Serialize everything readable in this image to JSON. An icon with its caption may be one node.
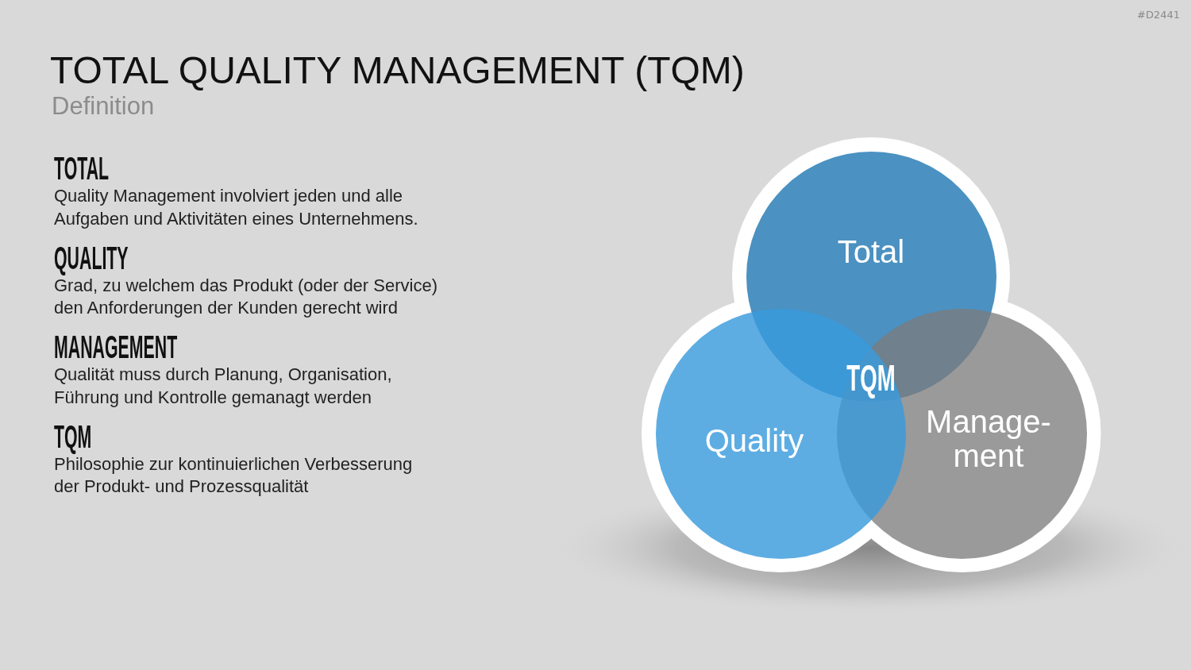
{
  "diagram": {
    "title": "TOTAL QUALITY MANAGEMENT (TQM)",
    "nodes": [
      {
        "text": [
          "Total"
        ]
      },
      {
        "text": [
          "Quality"
        ]
      },
      {
        "text": [
          "Manage- ment"
        ]
      }
    ],
    "labels": [
      "#D2441",
      "Definition",
      "TOTAL",
      "Quality Management involviert jeden und alle Aufgaben und Aktivitäten eines Unternehmens.",
      "QUALITY",
      "Grad, zu welchem das Produkt (oder der Service) den Anforderungen der Kunden gerecht wird",
      "MANAGEMENT",
      "Qualität muss durch Planung, Organisation, Führung und Kontrolle gemanagt werden",
      "TQM",
      "Philosophie zur kontinuierlichen Verbesserung der Produkt- und Prozessqualität",
      "TQM"
    ]
  }
}
